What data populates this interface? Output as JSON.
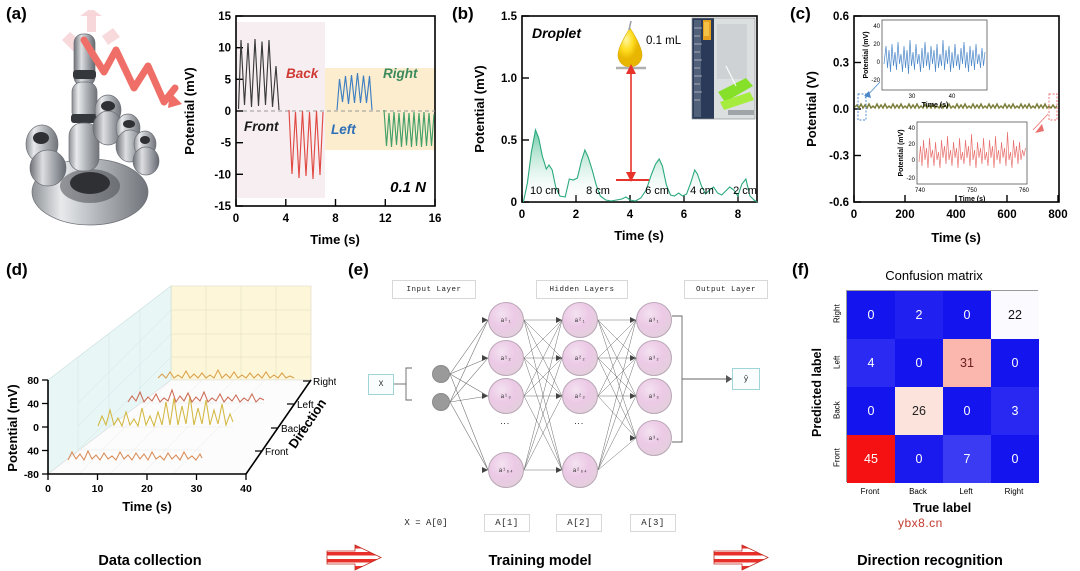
{
  "figure": {
    "panels": [
      "(a)",
      "(b)",
      "(c)",
      "(d)",
      "(e)",
      "(f)"
    ]
  },
  "footer": {
    "step1": "Data collection",
    "step2": "Training model",
    "step3": "Direction recognition",
    "arrow_icon": "striped-right-arrow"
  },
  "watermark": "ybx8.cn",
  "panel_a": {
    "label": "(a)",
    "image_caption": "robotic-hand-photo",
    "force_label": "0.1 N",
    "series_labels": [
      "Front",
      "Back",
      "Left",
      "Right"
    ],
    "chart_data": {
      "type": "line",
      "title": "",
      "xlabel": "Time (s)",
      "ylabel": "Potential (mV)",
      "xlim": [
        0,
        16
      ],
      "ylim": [
        -15,
        15
      ],
      "xticks": [
        0,
        4,
        8,
        12,
        16
      ],
      "yticks": [
        -15,
        -10,
        -5,
        0,
        5,
        10,
        15
      ],
      "grid": false,
      "shaded_regions": [
        {
          "name": "front-back-region",
          "x0": 0,
          "x1": 8,
          "y0": -13,
          "y1": 13.5,
          "color": "#f7eef2"
        },
        {
          "name": "left-right-region",
          "x0": 8,
          "x1": 16,
          "y0": -6,
          "y1": 7,
          "color": "#fcedcf"
        }
      ],
      "series": [
        {
          "name": "Front",
          "color": "#3a3a3a",
          "x_range": [
            0.2,
            4.0
          ],
          "peaks": 5,
          "amp_high": 12,
          "amp_low": 0,
          "label_pos": [
            1.6,
            -2.2
          ]
        },
        {
          "name": "Back",
          "color": "#e04a43",
          "x_range": [
            4.3,
            7.9
          ],
          "peaks": 5,
          "amp_high": 0,
          "amp_low": -11,
          "label_pos": [
            5.3,
            3.2
          ]
        },
        {
          "name": "Left",
          "color": "#3f7fc1",
          "x_range": [
            8.1,
            11.7
          ],
          "peaks": 6,
          "amp_high": 6,
          "amp_low": 0.5,
          "label_pos": [
            9.4,
            -2.2
          ]
        },
        {
          "name": "Right",
          "color": "#44a06a",
          "x_range": [
            11.9,
            16.0
          ],
          "peaks": 8,
          "amp_high": 0,
          "amp_low": -5.8,
          "label_pos": [
            13.2,
            3.2
          ]
        }
      ]
    }
  },
  "panel_b": {
    "label": "(b)",
    "title_text": "Droplet",
    "volume_label": "0.1 mL",
    "droplet_icon": "water-drop-icon",
    "inset_caption": "droplet-test-photo",
    "distance_labels": [
      "10 cm",
      "8 cm",
      "6 cm",
      "4 cm",
      "2 cm"
    ],
    "chart_data": {
      "type": "area",
      "xlabel": "Time (s)",
      "ylabel": "Potential (mV)",
      "xlim": [
        0,
        8.7
      ],
      "ylim": [
        0,
        1.5
      ],
      "xticks": [
        0,
        2,
        4,
        6,
        8
      ],
      "yticks": [
        0,
        0.5,
        1.0,
        1.5
      ],
      "ytick_labels": [
        "0",
        "0.5",
        "1.0",
        "1.5"
      ],
      "grid": false,
      "line_color": "#3cb88a",
      "fill_gradient": [
        "#3cb88a",
        "#ffffff"
      ],
      "points": [
        [
          0.05,
          0.0
        ],
        [
          0.2,
          0.15
        ],
        [
          0.35,
          0.4
        ],
        [
          0.5,
          0.58
        ],
        [
          0.62,
          0.52
        ],
        [
          0.75,
          0.38
        ],
        [
          0.9,
          0.27
        ],
        [
          1.0,
          0.3
        ],
        [
          1.12,
          0.26
        ],
        [
          1.25,
          0.12
        ],
        [
          1.4,
          0.05
        ],
        [
          1.6,
          0.04
        ],
        [
          1.75,
          0.18
        ],
        [
          1.9,
          0.17
        ],
        [
          2.05,
          0.19
        ],
        [
          2.2,
          0.33
        ],
        [
          2.33,
          0.42
        ],
        [
          2.45,
          0.36
        ],
        [
          2.6,
          0.26
        ],
        [
          2.75,
          0.14
        ],
        [
          2.9,
          0.05
        ],
        [
          3.1,
          0.02
        ],
        [
          3.3,
          0.01
        ],
        [
          3.5,
          0.015
        ],
        [
          3.7,
          0.02
        ],
        [
          3.85,
          0.04
        ],
        [
          4.0,
          0.02
        ],
        [
          4.2,
          0.015
        ],
        [
          4.4,
          0.03
        ],
        [
          4.6,
          0.1
        ],
        [
          4.8,
          0.22
        ],
        [
          4.95,
          0.3
        ],
        [
          5.08,
          0.34
        ],
        [
          5.2,
          0.28
        ],
        [
          5.35,
          0.14
        ],
        [
          5.5,
          0.06
        ],
        [
          5.65,
          0.05
        ],
        [
          5.8,
          0.07
        ],
        [
          5.95,
          0.05
        ],
        [
          6.1,
          0.06
        ],
        [
          6.25,
          0.15
        ],
        [
          6.4,
          0.26
        ],
        [
          6.5,
          0.23
        ],
        [
          6.65,
          0.13
        ],
        [
          6.8,
          0.07
        ],
        [
          6.95,
          0.1
        ],
        [
          7.1,
          0.12
        ],
        [
          7.25,
          0.08
        ],
        [
          7.4,
          0.1
        ],
        [
          7.55,
          0.12
        ],
        [
          7.7,
          0.09
        ],
        [
          7.85,
          0.06
        ],
        [
          8.0,
          0.1
        ],
        [
          8.15,
          0.15
        ],
        [
          8.3,
          0.19
        ],
        [
          8.45,
          0.14
        ],
        [
          8.6,
          0.05
        ],
        [
          8.7,
          0.02
        ]
      ]
    }
  },
  "panel_c": {
    "label": "(c)",
    "chart_data": {
      "type": "line",
      "xlabel": "Time (s)",
      "ylabel": "Potential (V)",
      "xlim": [
        0,
        800
      ],
      "ylim": [
        -0.6,
        0.6
      ],
      "xticks": [
        0,
        200,
        400,
        600,
        800
      ],
      "yticks": [
        -0.6,
        -0.3,
        0.0,
        0.3,
        0.6
      ],
      "ytick_labels": [
        "-0.6",
        "-0.3",
        "0.0",
        "0.3",
        "0.6"
      ],
      "grid": false,
      "line_color": "#7d7f3a",
      "baseline_mv": 0.015
    },
    "inset_top": {
      "name": "early-time-inset",
      "color": "#4a86c8",
      "xlabel": "Time (s)",
      "ylabel": "Potential (mV)",
      "xticks": [
        30,
        40
      ],
      "yticks": [
        -20,
        0,
        20,
        40
      ],
      "xlim": [
        25,
        45
      ],
      "ylim": [
        -20,
        45
      ]
    },
    "inset_bottom": {
      "name": "late-time-inset",
      "color": "#e8706e",
      "xlabel": "Time (s)",
      "ylabel": "Potential (mV)",
      "xticks": [
        740,
        750,
        760
      ],
      "yticks": [
        -20,
        0,
        20,
        40
      ],
      "xlim": [
        740,
        760
      ],
      "ylim": [
        -20,
        45
      ]
    }
  },
  "panel_d": {
    "label": "(d)",
    "chart_data": {
      "type": "line",
      "projection": "3d-waterfall",
      "xlabel": "Time (s)",
      "ylabel": "Potential (mV)",
      "zlabel": "Direction",
      "xticks": [
        0,
        10,
        20,
        30,
        40
      ],
      "yticks": [
        80,
        40,
        0,
        40,
        -80
      ],
      "ytick_labels": [
        "80",
        "40",
        "0",
        "40",
        "-80"
      ],
      "ylim": [
        -80,
        80
      ],
      "categories": [
        "Front",
        "Back",
        "Left",
        "Right"
      ],
      "grid": true,
      "traces": [
        {
          "name": "Front",
          "color": "#d98a55",
          "amp": 9
        },
        {
          "name": "Back",
          "color": "#d4b840",
          "amp": 16
        },
        {
          "name": "Left",
          "color": "#cc6b55",
          "amp": 7
        },
        {
          "name": "Right",
          "color": "#d9a04a",
          "amp": 5
        }
      ]
    }
  },
  "panel_e": {
    "label": "(e)",
    "layer_labels": {
      "input": "Input Layer",
      "hidden": "Hidden Layers",
      "output": "Output Layer"
    },
    "io": {
      "input_var": "X",
      "output_var": "ŷ"
    },
    "matrix_labels": [
      "X = A[0]",
      "A[1]",
      "A[2]",
      "A[3]"
    ],
    "nodes": {
      "hidden1": [
        "a¹₁",
        "a¹₂",
        "a¹₃",
        "a¹₆₄"
      ],
      "hidden2": [
        "a²₁",
        "a²₂",
        "a²₃",
        "a²₆₄"
      ],
      "output": [
        "a³₁",
        "a³₂",
        "a³₃",
        "a³₄"
      ]
    },
    "input_node_count": 2
  },
  "panel_f": {
    "label": "(f)",
    "title": "Confusion matrix",
    "xlabel": "True label",
    "ylabel": "Predicted label",
    "chart_data": {
      "type": "heatmap",
      "title": "Confusion matrix",
      "xlabel": "True label",
      "ylabel": "Predicted label",
      "x_categories": [
        "Front",
        "Back",
        "Left",
        "Right"
      ],
      "y_categories": [
        "Right",
        "Left",
        "Back",
        "Front"
      ],
      "rows": [
        {
          "label": "Right",
          "values": [
            0,
            2,
            0,
            22
          ],
          "colors": [
            "#1414ef",
            "#2020f0",
            "#1414ef",
            "#fafaff"
          ],
          "text_colors": [
            "#ffffff",
            "#ffffff",
            "#ffffff",
            "#111111"
          ]
        },
        {
          "label": "Left",
          "values": [
            4,
            0,
            31,
            0
          ],
          "colors": [
            "#2a2af2",
            "#1414ef",
            "#fbb6ae",
            "#1414ef"
          ],
          "text_colors": [
            "#ffffff",
            "#ffffff",
            "#6a2020",
            "#ffffff"
          ]
        },
        {
          "label": "Back",
          "values": [
            0,
            26,
            0,
            3
          ],
          "colors": [
            "#1414ef",
            "#fce4dd",
            "#1414ef",
            "#2828f2"
          ],
          "text_colors": [
            "#ffffff",
            "#222222",
            "#ffffff",
            "#ffffff"
          ]
        },
        {
          "label": "Front",
          "values": [
            45,
            0,
            7,
            0
          ],
          "colors": [
            "#f51111",
            "#1a1aef",
            "#3b3bf4",
            "#1414ef"
          ],
          "text_colors": [
            "#ffffff",
            "#ffffff",
            "#ffffff",
            "#ffffff"
          ]
        }
      ]
    }
  }
}
